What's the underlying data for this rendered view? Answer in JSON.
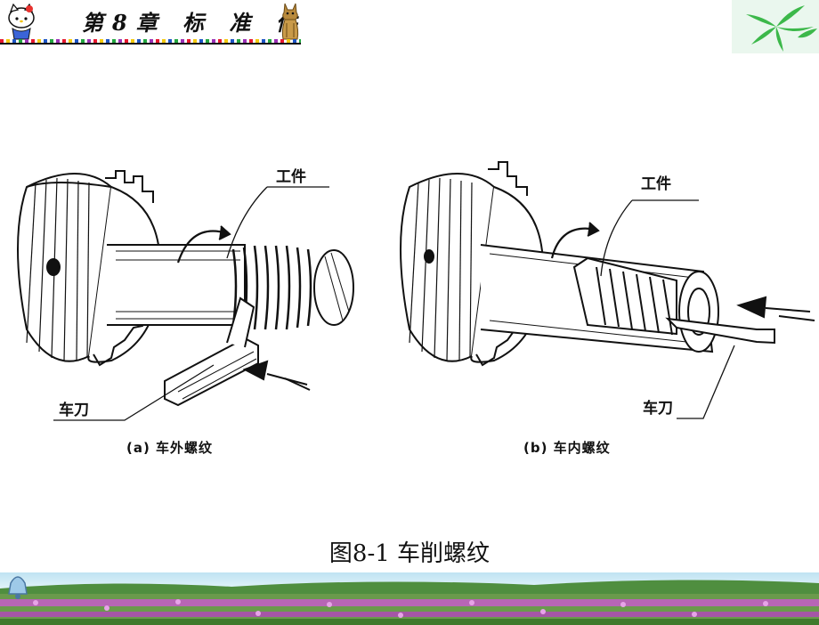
{
  "header": {
    "chapter_title": "第8章  标 准 件"
  },
  "figure": {
    "panel_a": {
      "label": "(a) 车外螺纹",
      "workpiece_callout": "工件",
      "tool_callout": "车刀"
    },
    "panel_b": {
      "label": "(b) 车内螺纹",
      "workpiece_callout": "工件",
      "tool_callout": "车刀"
    },
    "caption": "图8-1 车削螺纹"
  },
  "colors": {
    "ink": "#111111",
    "dot_colors": [
      "#e5162d",
      "#f3c90e",
      "#1b54c4",
      "#22a640",
      "#9a2fb5"
    ],
    "leaf": "#3cb84a"
  },
  "icons": [
    "hello-kitty-icon",
    "cat-icon",
    "bamboo-leaf-icon",
    "bell-icon",
    "flower-field-banner"
  ]
}
